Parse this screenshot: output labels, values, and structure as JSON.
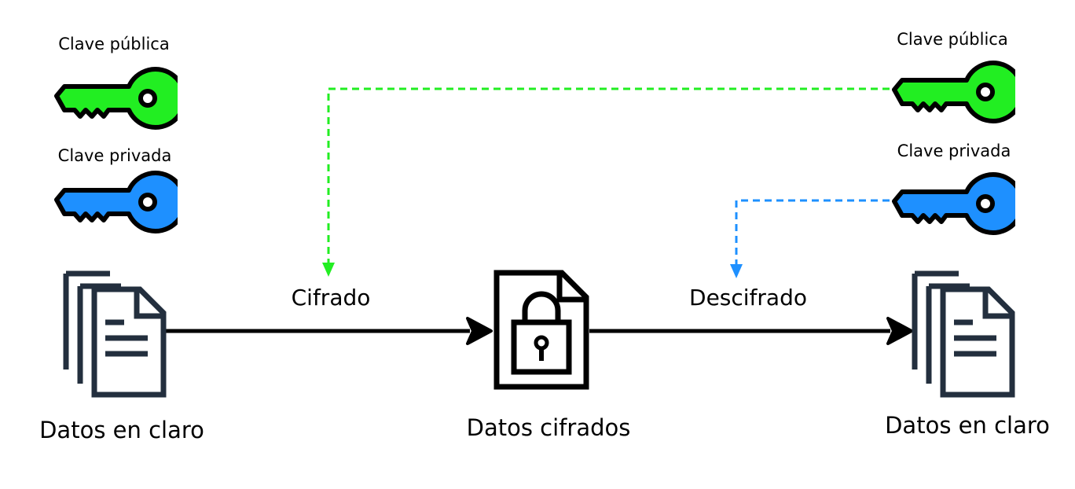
{
  "colors": {
    "public_key": "#22ee22",
    "private_key": "#1e90ff",
    "outline": "#000000",
    "document": "#232f3e",
    "background": "#ffffff"
  },
  "left_keys": {
    "public_label": "Clave pública",
    "private_label": "Clave privada"
  },
  "right_keys": {
    "public_label": "Clave pública",
    "private_label": "Clave privada"
  },
  "flow": {
    "source_label": "Datos en claro",
    "encrypt_label": "Cifrado",
    "encrypted_label": "Datos cifrados",
    "decrypt_label": "Descifrado",
    "target_label": "Datos en claro"
  },
  "icons": {
    "key": "key-icon",
    "documents": "documents-icon",
    "encrypted_file": "locked-file-icon"
  }
}
